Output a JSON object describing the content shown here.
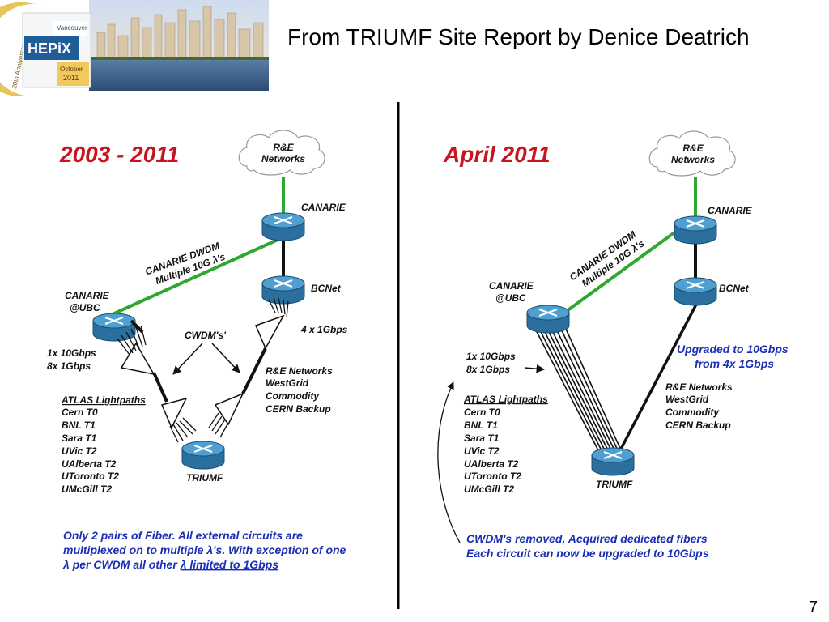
{
  "header": {
    "title": "From TRIUMF Site Report by Denice Deatrich",
    "logo": {
      "event": "HEPiX",
      "city": "Vancouver",
      "month": "October",
      "year": "2011",
      "anniversary": "20th Anniversary"
    }
  },
  "page_number": "7",
  "left": {
    "year_title": "2003 - 2011",
    "cloud_label": [
      "R&E",
      "Networks"
    ],
    "canarie": "CANARIE",
    "bcnet": "BCNet",
    "dwdm_label": [
      "CANARIE DWDM",
      "Multiple 10G λ's"
    ],
    "canarie_ubc": [
      "CANARIE",
      "@UBC"
    ],
    "cwdm": "CWDM's'",
    "bcnet_speed": "4 x 1Gbps",
    "ubc_speeds": [
      "1x 10Gbps",
      "8x   1Gbps"
    ],
    "re_networks": [
      "R&E Networks",
      "WestGrid",
      "Commodity",
      "CERN Backup"
    ],
    "atlas_title": "ATLAS Lightpaths",
    "atlas_items": [
      "Cern T0",
      "BNL T1",
      "Sara T1",
      "UVic T2",
      "UAlberta T2",
      "UToronto T2",
      "UMcGill T2"
    ],
    "triumf": "TRIUMF",
    "note": [
      "Only 2 pairs of Fiber. All external  circuits are",
      "multiplexed on to multiple λ's. With exception of one",
      "λ per CWDM all other "
    ],
    "note_link": "λ limited to 1Gbps"
  },
  "right": {
    "year_title": "April  2011",
    "cloud_label": [
      "R&E",
      "Networks"
    ],
    "canarie": "CANARIE",
    "bcnet": "BCNet",
    "dwdm_label": [
      "CANARIE DWDM",
      "Multiple 10G λ's"
    ],
    "canarie_ubc": [
      "CANARIE",
      "@UBC"
    ],
    "upgrade": [
      "Upgraded to 10Gbps",
      "from 4x 1Gbps"
    ],
    "ubc_speeds": [
      "1x 10Gbps",
      "8x   1Gbps"
    ],
    "re_networks": [
      "R&E Networks",
      "WestGrid",
      "Commodity",
      "CERN Backup"
    ],
    "atlas_title": "ATLAS Lightpaths",
    "atlas_items": [
      "Cern T0",
      "BNL T1",
      "Sara T1",
      "UVic T2",
      "UAlberta T2",
      "UToronto T2",
      "UMcGill T2"
    ],
    "triumf": "TRIUMF",
    "note": [
      "CWDM's removed, Acquired dedicated fibers",
      "Each circuit can now be upgraded to 10Gbps"
    ]
  },
  "colors": {
    "accent_red": "#c8141e",
    "note_blue": "#1a2fb5",
    "link_green": "#2ea82e",
    "router_blue": "#2f7fb0"
  }
}
